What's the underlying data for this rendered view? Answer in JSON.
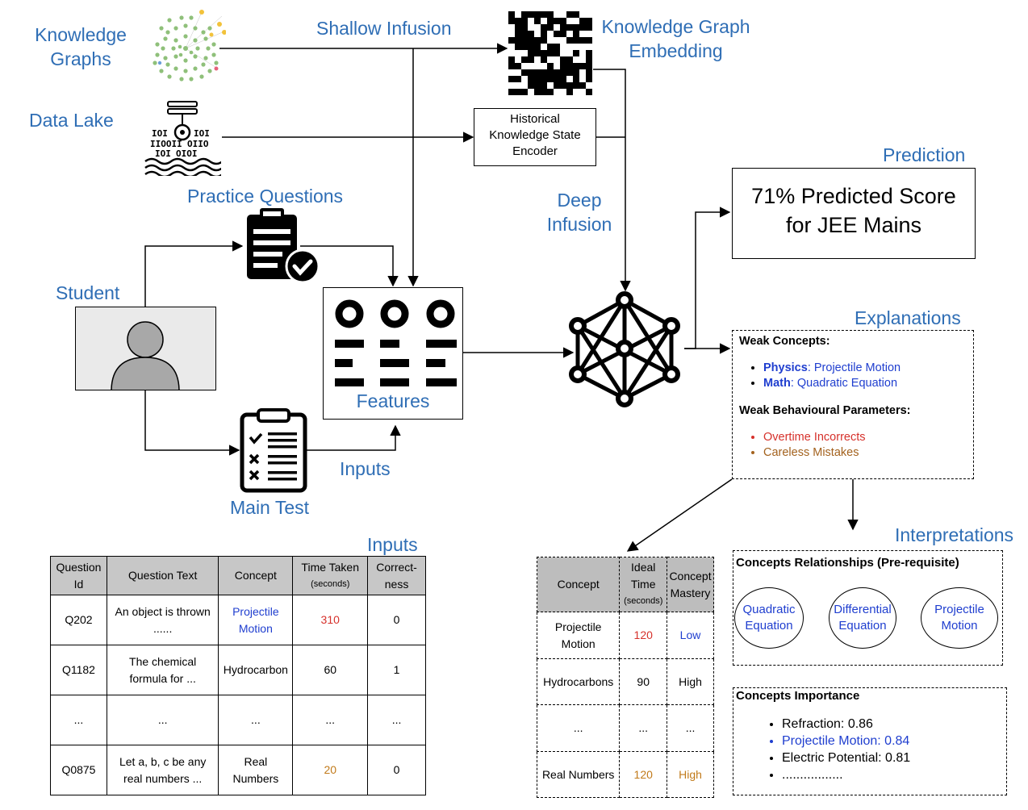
{
  "labels": {
    "knowledge_graphs": [
      "Knowledge",
      "Graphs"
    ],
    "data_lake": "Data Lake",
    "shallow_infusion": "Shallow Infusion",
    "kg_embedding": [
      "Knowledge Graph",
      "Embedding"
    ],
    "hkse": [
      "Historical",
      "Knowledge State",
      "Encoder"
    ],
    "practice_questions": "Practice Questions",
    "student": "Student",
    "features": "Features",
    "inputs_mid": "Inputs",
    "main_test": "Main Test",
    "deep_infusion": [
      "Deep",
      "Infusion"
    ],
    "prediction": "Prediction",
    "explanations": "Explanations",
    "inputs_table_title": "Inputs",
    "interpretations": "Interpretations"
  },
  "prediction_box": [
    "71% Predicted Score",
    "for JEE Mains"
  ],
  "explanations_box": {
    "weak_concepts_title": "Weak Concepts:",
    "weak_concepts": [
      {
        "subject": "Physics",
        "topic": ": Projectile Motion"
      },
      {
        "subject": "Math",
        "topic": ": Quadratic Equation"
      }
    ],
    "weak_behaviour_title": "Weak Behavioural Parameters:",
    "weak_behaviours": [
      "Overtime Incorrects",
      "Careless Mistakes"
    ]
  },
  "inputs_table": {
    "headers": [
      "Question Id",
      "Question Text",
      "Concept",
      "Time Taken",
      "(seconds)",
      "Correct-ness"
    ],
    "rows": [
      [
        "Q202",
        "An object is thrown ......",
        "Projectile Motion",
        "310",
        "0"
      ],
      [
        "Q1182",
        "The chemical formula for ...",
        "Hydrocarbon",
        "60",
        "1"
      ],
      [
        "...",
        "...",
        "...",
        "...",
        "..."
      ],
      [
        "Q0875",
        "Let a, b, c be any real numbers ...",
        "Real Numbers",
        "20",
        "0"
      ]
    ]
  },
  "mastery_table": {
    "headers": [
      "Concept",
      "Ideal Time",
      "(seconds)",
      "Concept Mastery"
    ],
    "rows": [
      [
        "Projectile Motion",
        "120",
        "Low"
      ],
      [
        "Hydrocarbons",
        "90",
        "High"
      ],
      [
        "...",
        "...",
        "..."
      ],
      [
        "Real Numbers",
        "120",
        "High"
      ]
    ]
  },
  "concept_relationships": {
    "title": "Concepts Relationships (Pre-requisite)",
    "nodes": [
      "Quadratic Equation",
      "Differential Equation",
      "Projectile Motion"
    ]
  },
  "concept_importance": {
    "title": "Concepts Importance",
    "items": [
      "Refraction: 0.86",
      "Projectile Motion: 0.84",
      "Electric Potential: 0.81",
      "................."
    ]
  },
  "colors": {
    "label_blue": "#2f6eb5",
    "emphasis_blue": "#1f3ecf",
    "red": "#d6312b",
    "orange": "#c17a1a",
    "brown": "#a3621e",
    "graph_green": "#8fc07a",
    "graph_yellow": "#f2c23a"
  }
}
